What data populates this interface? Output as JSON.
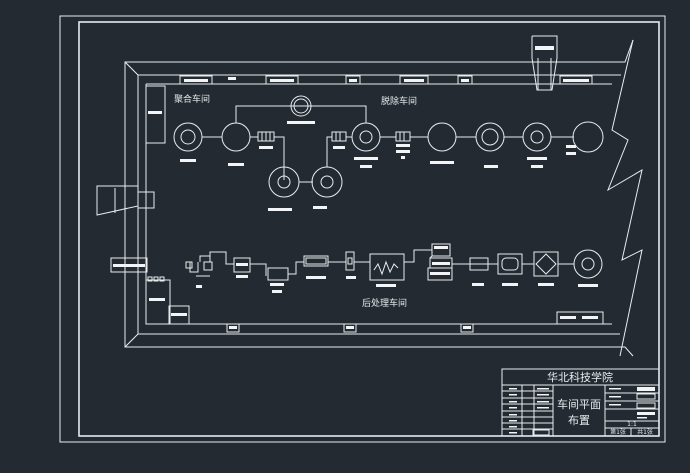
{
  "title_block": {
    "institution": "华北科技学院",
    "drawing_title_line1": "车间平面",
    "drawing_title_line2": "布置",
    "scale_value": "1:1",
    "sheet_no": "第1张",
    "sheet_total": "共1张"
  },
  "areas": {
    "polymerization": "聚合车间",
    "removal": "脱除车间",
    "post_treatment": "后处理车间"
  }
}
